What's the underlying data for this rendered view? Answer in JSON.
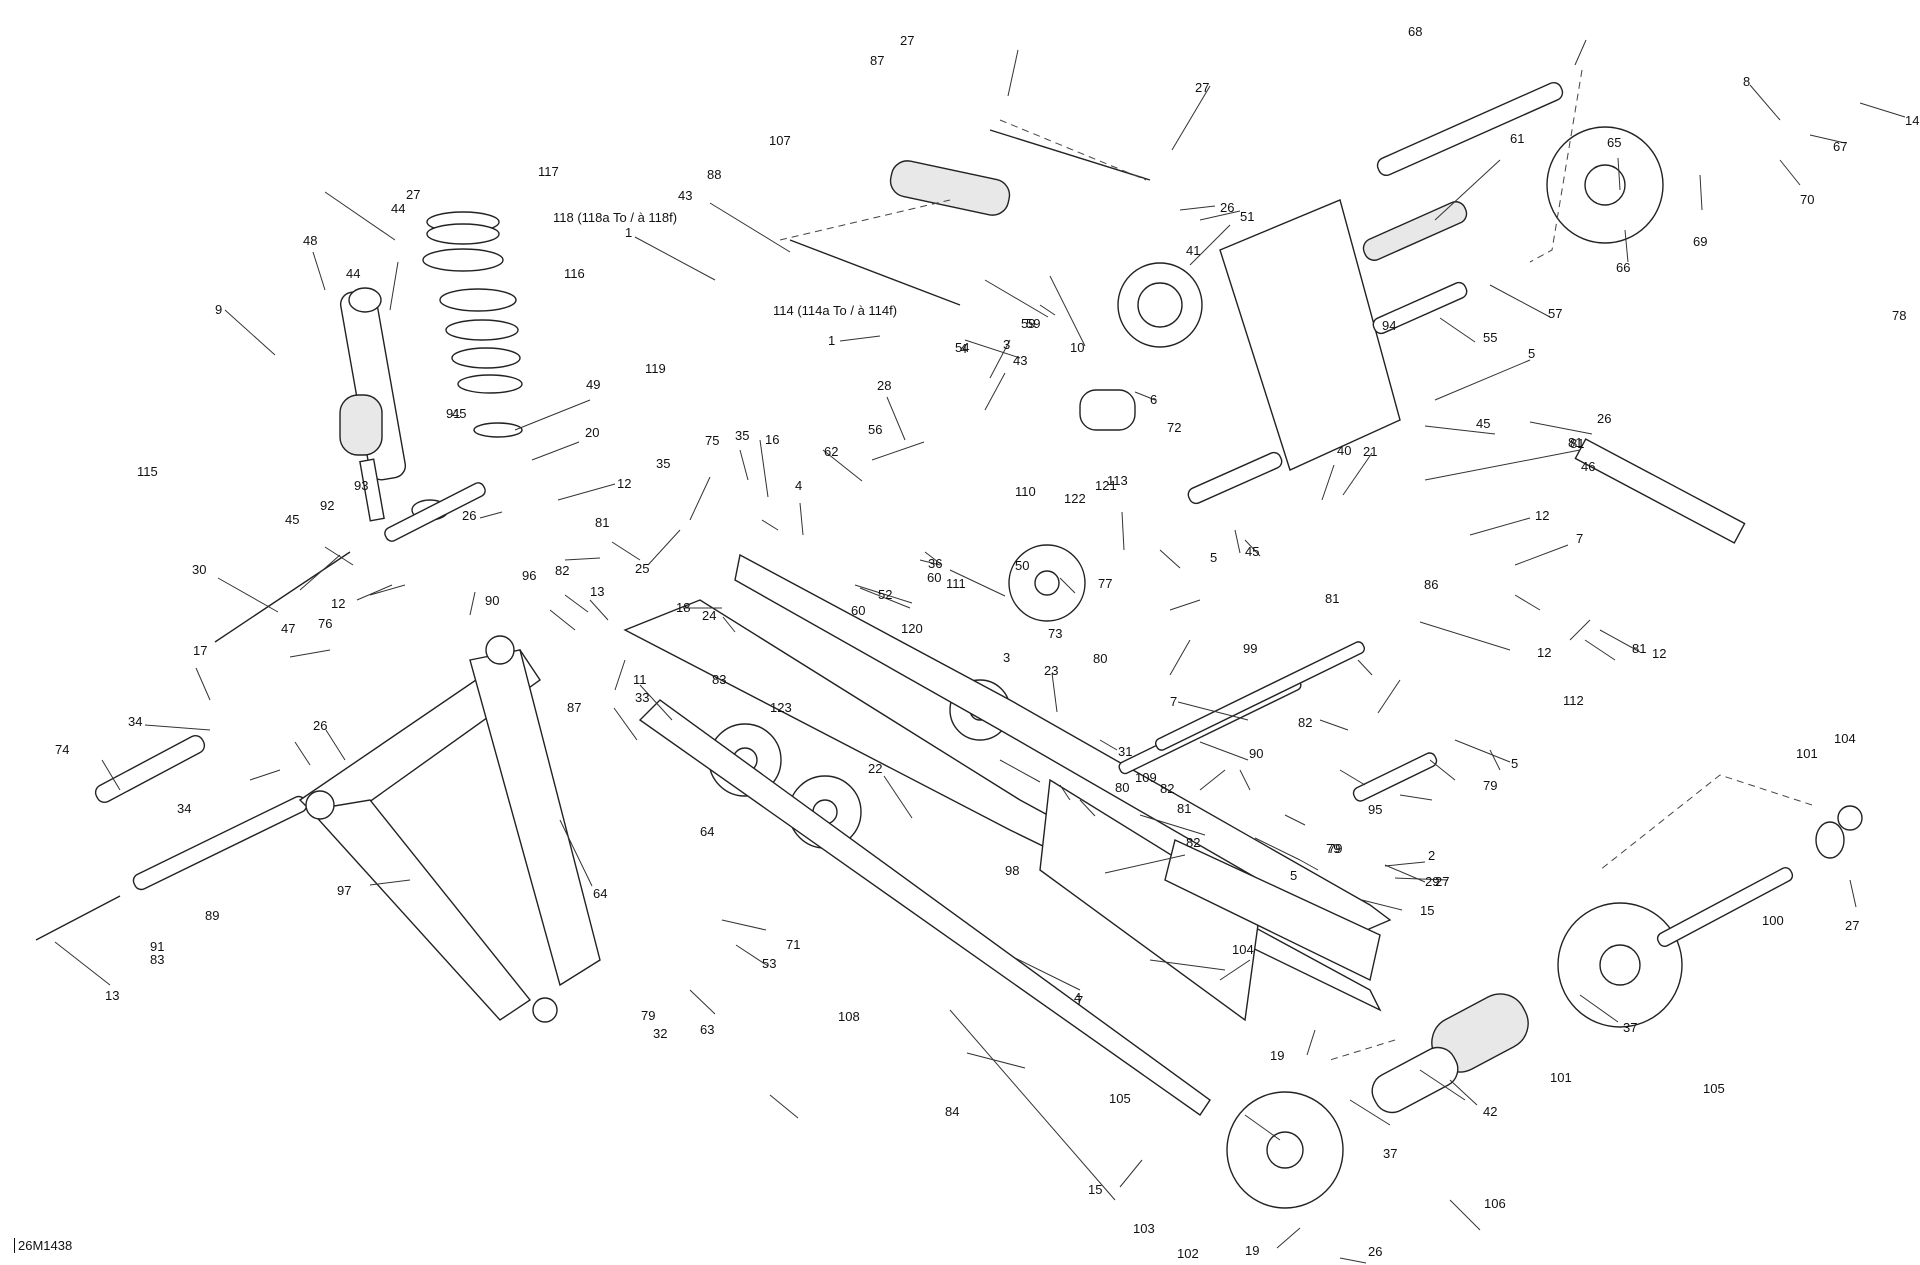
{
  "diagram_ref": "26M1438",
  "callouts": [
    {
      "id": "c1",
      "text": "1"
    },
    {
      "id": "c2",
      "text": "1"
    },
    {
      "id": "c3",
      "text": "2"
    },
    {
      "id": "c4",
      "text": "3"
    },
    {
      "id": "c5",
      "text": "4"
    },
    {
      "id": "c6",
      "text": "4"
    },
    {
      "id": "c7",
      "text": "5"
    },
    {
      "id": "c8",
      "text": "5"
    },
    {
      "id": "c9",
      "text": "5"
    },
    {
      "id": "c10",
      "text": "5"
    },
    {
      "id": "c11",
      "text": "6"
    },
    {
      "id": "c12",
      "text": "7"
    },
    {
      "id": "c13",
      "text": "7"
    },
    {
      "id": "c14",
      "text": "8"
    },
    {
      "id": "c15",
      "text": "9"
    },
    {
      "id": "c16",
      "text": "10"
    },
    {
      "id": "c17",
      "text": "11"
    },
    {
      "id": "c18",
      "text": "12"
    },
    {
      "id": "c19",
      "text": "12"
    },
    {
      "id": "c20",
      "text": "12"
    },
    {
      "id": "c21",
      "text": "12"
    },
    {
      "id": "c22",
      "text": "12"
    },
    {
      "id": "c23",
      "text": "13"
    },
    {
      "id": "c24",
      "text": "13"
    },
    {
      "id": "c25",
      "text": "14"
    },
    {
      "id": "c26",
      "text": "15"
    },
    {
      "id": "c27",
      "text": "15"
    },
    {
      "id": "c28",
      "text": "16"
    },
    {
      "id": "c29",
      "text": "17"
    },
    {
      "id": "c30",
      "text": "18"
    },
    {
      "id": "c31",
      "text": "19"
    },
    {
      "id": "c32",
      "text": "19"
    },
    {
      "id": "c33",
      "text": "20"
    },
    {
      "id": "c34",
      "text": "21"
    },
    {
      "id": "c35",
      "text": "22"
    },
    {
      "id": "c36",
      "text": "23"
    },
    {
      "id": "c37",
      "text": "24"
    },
    {
      "id": "c38",
      "text": "25"
    },
    {
      "id": "c39",
      "text": "26"
    },
    {
      "id": "c40",
      "text": "26"
    },
    {
      "id": "c41",
      "text": "26"
    },
    {
      "id": "c42",
      "text": "26"
    },
    {
      "id": "c43",
      "text": "26"
    },
    {
      "id": "c44",
      "text": "27"
    },
    {
      "id": "c45",
      "text": "27"
    },
    {
      "id": "c46",
      "text": "27"
    },
    {
      "id": "c47",
      "text": "27"
    },
    {
      "id": "c48",
      "text": "27"
    },
    {
      "id": "c49",
      "text": "28"
    },
    {
      "id": "c50",
      "text": "29"
    },
    {
      "id": "c51",
      "text": "30"
    },
    {
      "id": "c52",
      "text": "31"
    },
    {
      "id": "c53",
      "text": "32"
    },
    {
      "id": "c54",
      "text": "33"
    },
    {
      "id": "c55",
      "text": "34"
    },
    {
      "id": "c56",
      "text": "34"
    },
    {
      "id": "c57",
      "text": "35"
    },
    {
      "id": "c58",
      "text": "35"
    },
    {
      "id": "c59",
      "text": "36"
    },
    {
      "id": "c60",
      "text": "37"
    },
    {
      "id": "c61",
      "text": "37"
    },
    {
      "id": "c62",
      "text": "40"
    },
    {
      "id": "c63",
      "text": "41"
    },
    {
      "id": "c64",
      "text": "42"
    },
    {
      "id": "c65",
      "text": "43"
    },
    {
      "id": "c66",
      "text": "43"
    },
    {
      "id": "c67",
      "text": "44"
    },
    {
      "id": "c68",
      "text": "44"
    },
    {
      "id": "c69",
      "text": "45"
    },
    {
      "id": "c70",
      "text": "45"
    },
    {
      "id": "c71",
      "text": "45"
    },
    {
      "id": "c72",
      "text": "45"
    },
    {
      "id": "c73",
      "text": "46"
    },
    {
      "id": "c74",
      "text": "47"
    },
    {
      "id": "c75",
      "text": "48"
    },
    {
      "id": "c76",
      "text": "49"
    },
    {
      "id": "c77",
      "text": "50"
    },
    {
      "id": "c78",
      "text": "51"
    },
    {
      "id": "c79",
      "text": "52"
    },
    {
      "id": "c80",
      "text": "53"
    },
    {
      "id": "c81",
      "text": "54"
    },
    {
      "id": "c82",
      "text": "55"
    },
    {
      "id": "c83",
      "text": "56"
    },
    {
      "id": "c84",
      "text": "57"
    },
    {
      "id": "c85",
      "text": "59"
    },
    {
      "id": "c86",
      "text": "59"
    },
    {
      "id": "c87",
      "text": "60"
    },
    {
      "id": "c88",
      "text": "60"
    },
    {
      "id": "c89",
      "text": "61"
    },
    {
      "id": "c90",
      "text": "62"
    },
    {
      "id": "c91",
      "text": "63"
    },
    {
      "id": "c92",
      "text": "64"
    },
    {
      "id": "c93",
      "text": "64"
    },
    {
      "id": "c94",
      "text": "65"
    },
    {
      "id": "c95",
      "text": "66"
    },
    {
      "id": "c96",
      "text": "67"
    },
    {
      "id": "c97",
      "text": "68"
    },
    {
      "id": "c98",
      "text": "69"
    },
    {
      "id": "c99",
      "text": "70"
    },
    {
      "id": "c100",
      "text": "71"
    },
    {
      "id": "c101",
      "text": "72"
    },
    {
      "id": "c102",
      "text": "73"
    },
    {
      "id": "c103",
      "text": "74"
    },
    {
      "id": "c104",
      "text": "75"
    },
    {
      "id": "c105",
      "text": "76"
    },
    {
      "id": "c106",
      "text": "77"
    },
    {
      "id": "c107",
      "text": "78"
    },
    {
      "id": "c108",
      "text": "79"
    },
    {
      "id": "c109",
      "text": "79"
    },
    {
      "id": "c110",
      "text": "79"
    },
    {
      "id": "c111",
      "text": "79"
    },
    {
      "id": "c112",
      "text": "80"
    },
    {
      "id": "c113",
      "text": "80"
    },
    {
      "id": "c114",
      "text": "81"
    },
    {
      "id": "c115",
      "text": "81"
    },
    {
      "id": "c116",
      "text": "81"
    },
    {
      "id": "c117",
      "text": "81"
    },
    {
      "id": "c118",
      "text": "81"
    },
    {
      "id": "c119",
      "text": "81"
    },
    {
      "id": "c120",
      "text": "82"
    },
    {
      "id": "c121",
      "text": "82"
    },
    {
      "id": "c122",
      "text": "82"
    },
    {
      "id": "c123",
      "text": "82"
    },
    {
      "id": "c124",
      "text": "83"
    },
    {
      "id": "c125",
      "text": "83"
    },
    {
      "id": "c126",
      "text": "84"
    },
    {
      "id": "c127",
      "text": "86"
    },
    {
      "id": "c128",
      "text": "87"
    },
    {
      "id": "c129",
      "text": "87"
    },
    {
      "id": "c130",
      "text": "88"
    },
    {
      "id": "c131",
      "text": "89"
    },
    {
      "id": "c132",
      "text": "90"
    },
    {
      "id": "c133",
      "text": "90"
    },
    {
      "id": "c134",
      "text": "91"
    },
    {
      "id": "c135",
      "text": "91"
    },
    {
      "id": "c136",
      "text": "92"
    },
    {
      "id": "c137",
      "text": "93"
    },
    {
      "id": "c138",
      "text": "94"
    },
    {
      "id": "c139",
      "text": "95"
    },
    {
      "id": "c140",
      "text": "96"
    },
    {
      "id": "c141",
      "text": "97"
    },
    {
      "id": "c142",
      "text": "98"
    },
    {
      "id": "c143",
      "text": "99"
    },
    {
      "id": "c144",
      "text": "100"
    },
    {
      "id": "c145",
      "text": "101"
    },
    {
      "id": "c146",
      "text": "101"
    },
    {
      "id": "c147",
      "text": "102"
    },
    {
      "id": "c148",
      "text": "103"
    },
    {
      "id": "c149",
      "text": "104"
    },
    {
      "id": "c150",
      "text": "104"
    },
    {
      "id": "c151",
      "text": "105"
    },
    {
      "id": "c152",
      "text": "105"
    },
    {
      "id": "c153",
      "text": "106"
    },
    {
      "id": "c154",
      "text": "107"
    },
    {
      "id": "c155",
      "text": "108"
    },
    {
      "id": "c156",
      "text": "109"
    },
    {
      "id": "c157",
      "text": "110"
    },
    {
      "id": "c158",
      "text": "111"
    },
    {
      "id": "c159",
      "text": "112"
    },
    {
      "id": "c160",
      "text": "113"
    },
    {
      "id": "c161",
      "text": "114 (114a To / à 114f)"
    },
    {
      "id": "c162",
      "text": "115"
    },
    {
      "id": "c163",
      "text": "116"
    },
    {
      "id": "c164",
      "text": "117"
    },
    {
      "id": "c165",
      "text": "118 (118a To / à 118f)"
    },
    {
      "id": "c166",
      "text": "119"
    },
    {
      "id": "c167",
      "text": "120"
    },
    {
      "id": "c168",
      "text": "121"
    },
    {
      "id": "c169",
      "text": "122"
    },
    {
      "id": "c170",
      "text": "123"
    },
    {
      "id": "c171",
      "text": "3"
    },
    {
      "id": "c172",
      "text": "4"
    },
    {
      "id": "c173",
      "text": "7"
    }
  ]
}
